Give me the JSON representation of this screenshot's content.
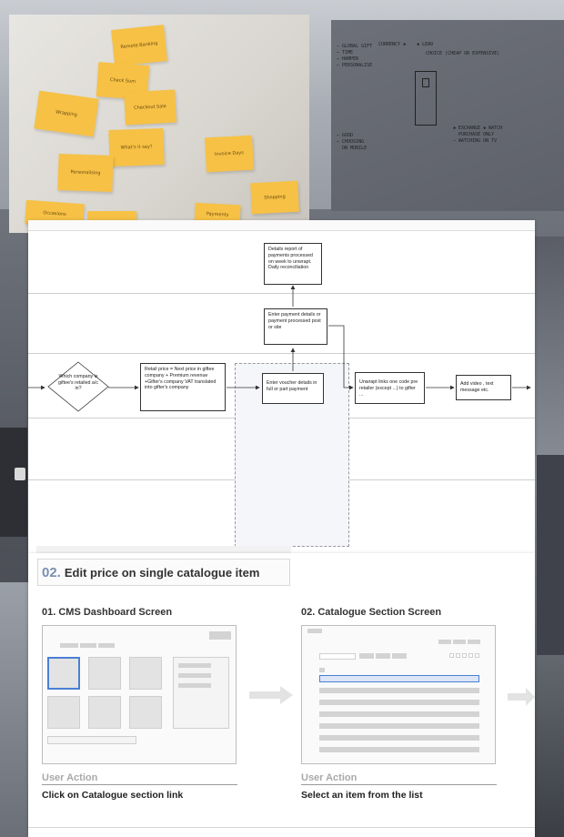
{
  "background": {
    "sticky_notes": [
      "Remote Banking",
      "Check Sum",
      "Checkout Sale",
      "Wrapping",
      "What's it say?",
      "Personalising",
      "Invoice Days",
      "Occasions",
      "Shopping",
      "Payments"
    ]
  },
  "flow": {
    "details_report": "Details report of payments processed on week to unwrapt. Daily reconciliation",
    "enter_payment": "Enter payment details or payment processed post or site",
    "decision": "Which company is giftee's retailed a/c in?",
    "retail_price": "Retail price = Next price in giftee company + Premium revenue +Gifter's company VAT translated into gifter's company",
    "enter_voucher": "Enter voucher details in full or part payment",
    "unwrapt_links": "Unwrapt links one code pre retailer (except ...) to gifter ...",
    "add_video": "Add video , text message etc."
  },
  "section": {
    "number": "02.",
    "title": "Edit price on single catalogue item"
  },
  "steps": [
    {
      "title": "01. CMS Dashboard Screen",
      "action_label": "User Action",
      "action_text": "Click on Catalogue section link"
    },
    {
      "title": "02. Catalogue Section Screen",
      "action_label": "User Action",
      "action_text": "Select an item from the list"
    }
  ],
  "colors": {
    "accent_blue": "#4a7fd4",
    "section_number": "#7a8fb0",
    "sticky_note": "#f6c145"
  }
}
